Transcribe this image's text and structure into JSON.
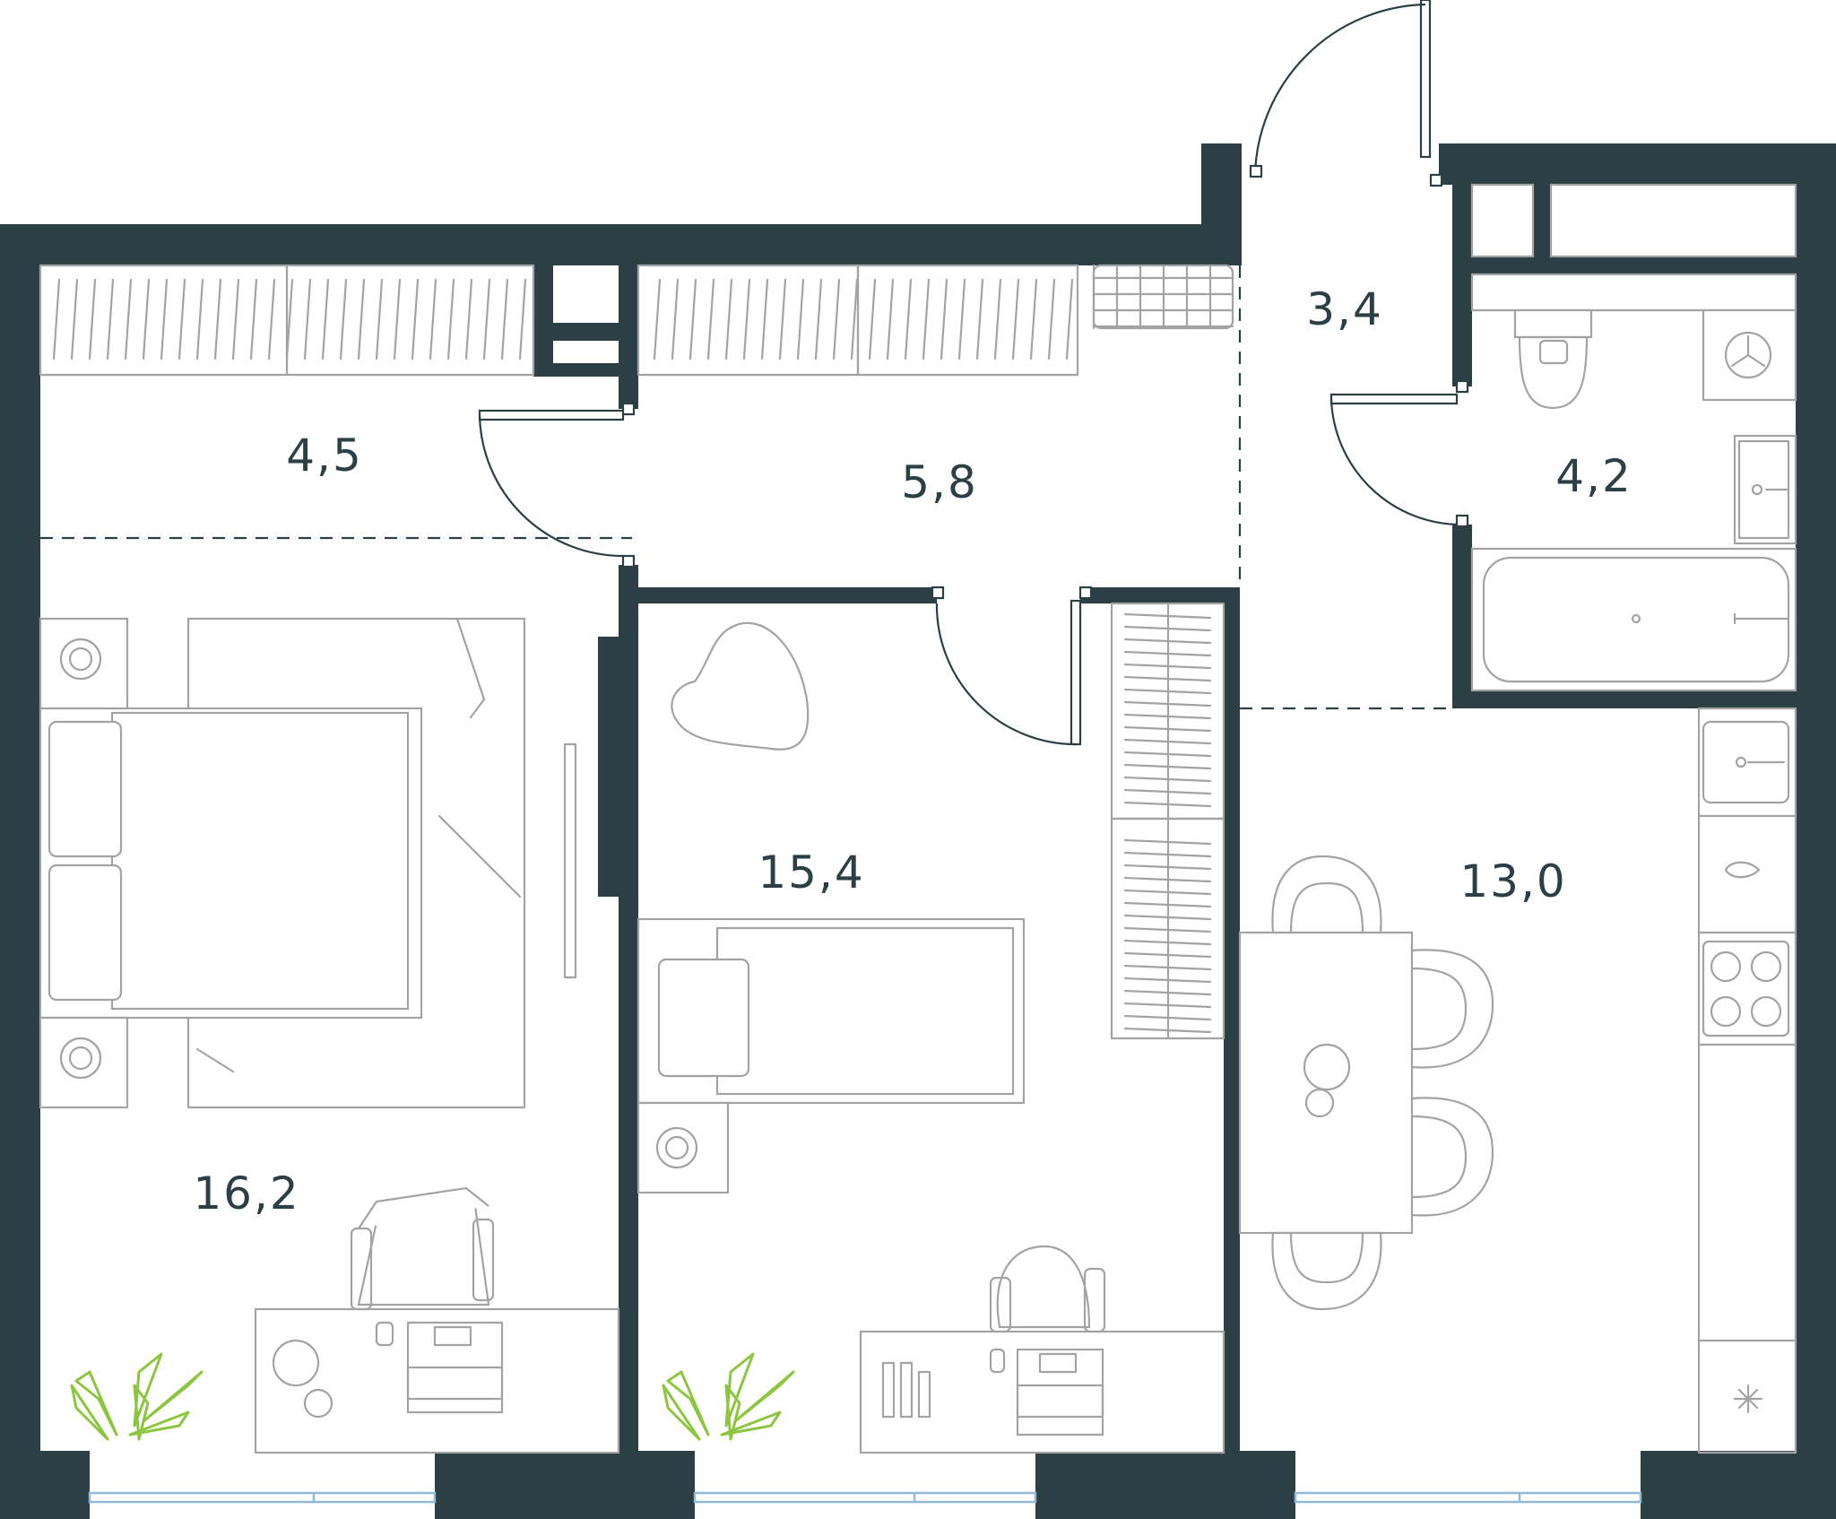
{
  "rooms": [
    {
      "id": "bedroom",
      "area": "16,2"
    },
    {
      "id": "wardrobe-zone",
      "area": "4,5"
    },
    {
      "id": "hallway",
      "area": "5,8"
    },
    {
      "id": "entrance",
      "area": "3,4"
    },
    {
      "id": "bathroom",
      "area": "4,2"
    },
    {
      "id": "second-bedroom",
      "area": "15,4"
    },
    {
      "id": "kitchen-living",
      "area": "13,0"
    }
  ],
  "colors": {
    "walls": "#2b3f45",
    "furniture": "#a3a3a3",
    "plants": "#8cc63f",
    "windows": "#8fb9d6"
  }
}
